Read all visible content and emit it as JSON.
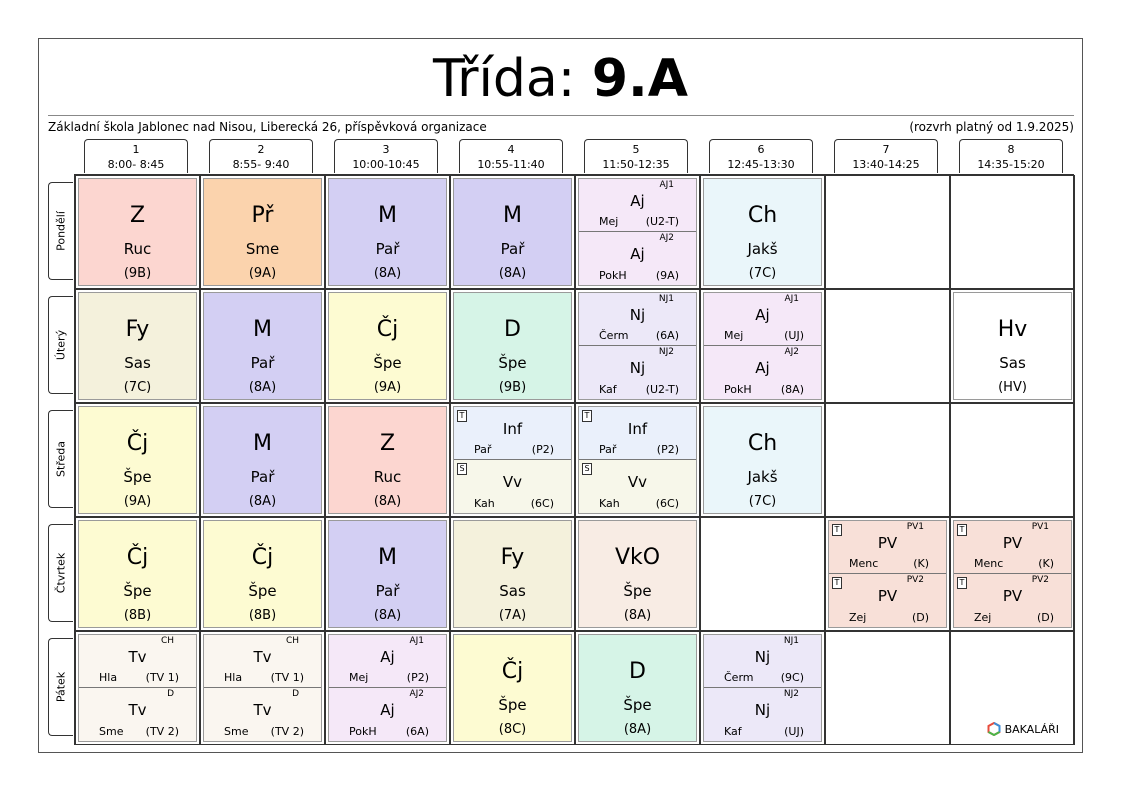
{
  "header": {
    "title_prefix": "Třída:",
    "title_class": "9.A",
    "school": "Základní škola Jablonec nad Nisou, Liberecká 26, příspěvková organizace",
    "validity": "(rozvrh platný od 1.9.2025)"
  },
  "periods": [
    {
      "num": "1",
      "time": "8:00- 8:45"
    },
    {
      "num": "2",
      "time": "8:55- 9:40"
    },
    {
      "num": "3",
      "time": "10:00-10:45"
    },
    {
      "num": "4",
      "time": "10:55-11:40"
    },
    {
      "num": "5",
      "time": "11:50-12:35"
    },
    {
      "num": "6",
      "time": "12:45-13:30"
    },
    {
      "num": "7",
      "time": "13:40-14:25"
    },
    {
      "num": "8",
      "time": "14:35-15:20"
    }
  ],
  "days": [
    "Pondělí",
    "Úterý",
    "Středa",
    "Čtvrtek",
    "Pátek"
  ],
  "schedule": [
    [
      {
        "subject": "Z",
        "teacher": "Ruc",
        "room": "(9B)",
        "color": "#fcd6d0"
      },
      {
        "subject": "Př",
        "teacher": "Sme",
        "room": "(9A)",
        "color": "#fbd3ad"
      },
      {
        "subject": "M",
        "teacher": "Pař",
        "room": "(8A)",
        "color": "#d3cff3"
      },
      {
        "subject": "M",
        "teacher": "Pař",
        "room": "(8A)",
        "color": "#d3cff3"
      },
      {
        "halves": [
          {
            "subject": "Aj",
            "teacher": "Mej",
            "room": "(U2-T)",
            "group": "AJ1",
            "marker": ""
          },
          {
            "subject": "Aj",
            "teacher": "PokH",
            "room": "(9A)",
            "group": "AJ2",
            "marker": ""
          }
        ],
        "color": "#f5e8f8"
      },
      {
        "subject": "Ch",
        "teacher": "Jakš",
        "room": "(7C)",
        "color": "#eaf6fa"
      },
      null,
      null
    ],
    [
      {
        "subject": "Fy",
        "teacher": "Sas",
        "room": "(7C)",
        "color": "#f4f1dc"
      },
      {
        "subject": "M",
        "teacher": "Pař",
        "room": "(8A)",
        "color": "#d3cff3"
      },
      {
        "subject": "Čj",
        "teacher": "Špe",
        "room": "(9A)",
        "color": "#fdfbd2"
      },
      {
        "subject": "D",
        "teacher": "Špe",
        "room": "(9B)",
        "color": "#d6f4e7"
      },
      {
        "halves": [
          {
            "subject": "Nj",
            "teacher": "Čerm",
            "room": "(6A)",
            "group": "NJ1",
            "marker": ""
          },
          {
            "subject": "Nj",
            "teacher": "Kaf",
            "room": "(U2-T)",
            "group": "NJ2",
            "marker": ""
          }
        ],
        "color": "#ece8f8"
      },
      {
        "halves": [
          {
            "subject": "Aj",
            "teacher": "Mej",
            "room": "(UJ)",
            "group": "AJ1",
            "marker": ""
          },
          {
            "subject": "Aj",
            "teacher": "PokH",
            "room": "(8A)",
            "group": "AJ2",
            "marker": ""
          }
        ],
        "color": "#f5e8f8"
      },
      null,
      {
        "subject": "Hv",
        "teacher": "Sas",
        "room": "(HV)",
        "color": "#ffffff"
      }
    ],
    [
      {
        "subject": "Čj",
        "teacher": "Špe",
        "room": "(9A)",
        "color": "#fdfbd2"
      },
      {
        "subject": "M",
        "teacher": "Pař",
        "room": "(8A)",
        "color": "#d3cff3"
      },
      {
        "subject": "Z",
        "teacher": "Ruc",
        "room": "(8A)",
        "color": "#fcd6d0"
      },
      {
        "halves": [
          {
            "subject": "Inf",
            "teacher": "Pař",
            "room": "(P2)",
            "group": "",
            "marker": "T",
            "color": "#eaf0fb"
          },
          {
            "subject": "Vv",
            "teacher": "Kah",
            "room": "(6C)",
            "group": "",
            "marker": "S",
            "color": "#f7f7ea"
          }
        ],
        "color": "#eaf0fb"
      },
      {
        "halves": [
          {
            "subject": "Inf",
            "teacher": "Pař",
            "room": "(P2)",
            "group": "",
            "marker": "T",
            "color": "#eaf0fb"
          },
          {
            "subject": "Vv",
            "teacher": "Kah",
            "room": "(6C)",
            "group": "",
            "marker": "S",
            "color": "#f7f7ea"
          }
        ],
        "color": "#eaf0fb"
      },
      {
        "subject": "Ch",
        "teacher": "Jakš",
        "room": "(7C)",
        "color": "#eaf6fa"
      },
      null,
      null
    ],
    [
      {
        "subject": "Čj",
        "teacher": "Špe",
        "room": "(8B)",
        "color": "#fdfbd2"
      },
      {
        "subject": "Čj",
        "teacher": "Špe",
        "room": "(8B)",
        "color": "#fdfbd2"
      },
      {
        "subject": "M",
        "teacher": "Pař",
        "room": "(8A)",
        "color": "#d3cff3"
      },
      {
        "subject": "Fy",
        "teacher": "Sas",
        "room": "(7A)",
        "color": "#f4f1dc"
      },
      {
        "subject": "VkO",
        "teacher": "Špe",
        "room": "(8A)",
        "color": "#f8ece4"
      },
      null,
      {
        "halves": [
          {
            "subject": "PV",
            "teacher": "Menc",
            "room": "(K)",
            "group": "PV1",
            "marker": "T"
          },
          {
            "subject": "PV",
            "teacher": "Zej",
            "room": "(D)",
            "group": "PV2",
            "marker": "T"
          }
        ],
        "color": "#f8e0d8"
      },
      {
        "halves": [
          {
            "subject": "PV",
            "teacher": "Menc",
            "room": "(K)",
            "group": "PV1",
            "marker": "T"
          },
          {
            "subject": "PV",
            "teacher": "Zej",
            "room": "(D)",
            "group": "PV2",
            "marker": "T"
          }
        ],
        "color": "#f8e0d8"
      }
    ],
    [
      {
        "halves": [
          {
            "subject": "Tv",
            "teacher": "Hla",
            "room": "(TV 1)",
            "group": "CH",
            "marker": ""
          },
          {
            "subject": "Tv",
            "teacher": "Sme",
            "room": "(TV 2)",
            "group": "D",
            "marker": ""
          }
        ],
        "color": "#faf6f0"
      },
      {
        "halves": [
          {
            "subject": "Tv",
            "teacher": "Hla",
            "room": "(TV 1)",
            "group": "CH",
            "marker": ""
          },
          {
            "subject": "Tv",
            "teacher": "Sme",
            "room": "(TV 2)",
            "group": "D",
            "marker": ""
          }
        ],
        "color": "#faf6f0"
      },
      {
        "halves": [
          {
            "subject": "Aj",
            "teacher": "Mej",
            "room": "(P2)",
            "group": "AJ1",
            "marker": ""
          },
          {
            "subject": "Aj",
            "teacher": "PokH",
            "room": "(6A)",
            "group": "AJ2",
            "marker": ""
          }
        ],
        "color": "#f5e8f8"
      },
      {
        "subject": "Čj",
        "teacher": "Špe",
        "room": "(8C)",
        "color": "#fdfbd2"
      },
      {
        "subject": "D",
        "teacher": "Špe",
        "room": "(8A)",
        "color": "#d6f4e7"
      },
      {
        "halves": [
          {
            "subject": "Nj",
            "teacher": "Čerm",
            "room": "(9C)",
            "group": "NJ1",
            "marker": ""
          },
          {
            "subject": "Nj",
            "teacher": "Kaf",
            "room": "(UJ)",
            "group": "NJ2",
            "marker": ""
          }
        ],
        "color": "#ece8f8"
      },
      null,
      null
    ]
  ],
  "logo": {
    "text": "BAKALÁŘI",
    "icon": "bakalari-logo-icon"
  }
}
